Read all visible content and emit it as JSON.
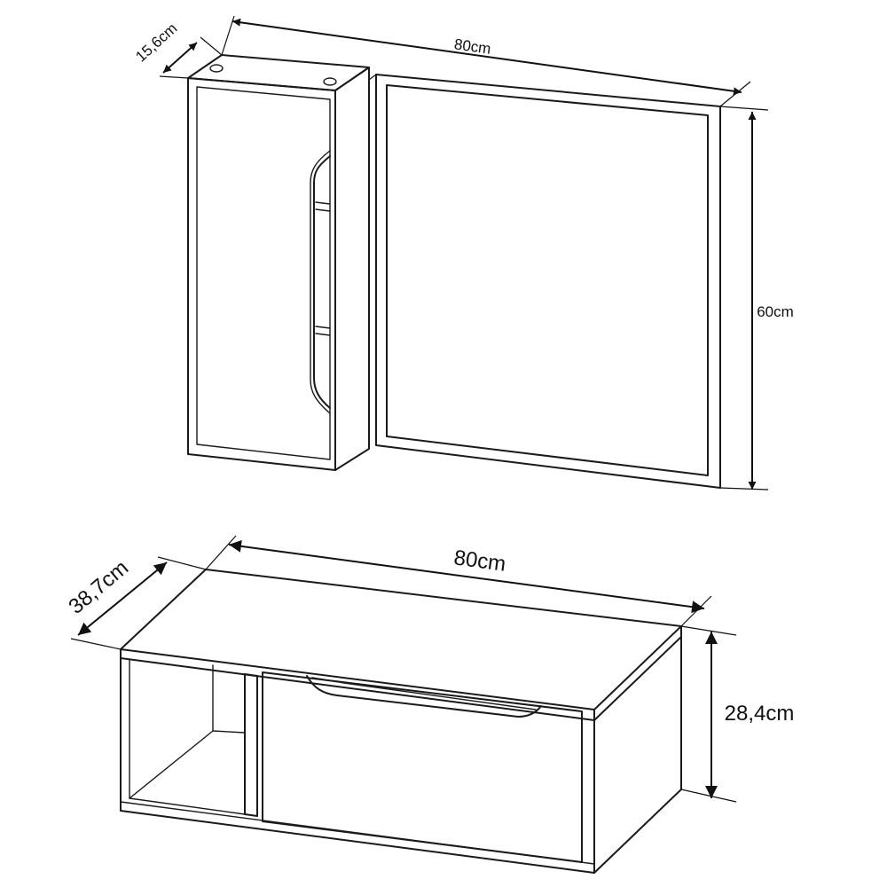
{
  "cabinet": {
    "width_label": "80cm",
    "height_label": "60cm",
    "depth_label": "15,6cm"
  },
  "vanity": {
    "width_label": "80cm",
    "height_label": "28,4cm",
    "depth_label": "38,7cm"
  }
}
